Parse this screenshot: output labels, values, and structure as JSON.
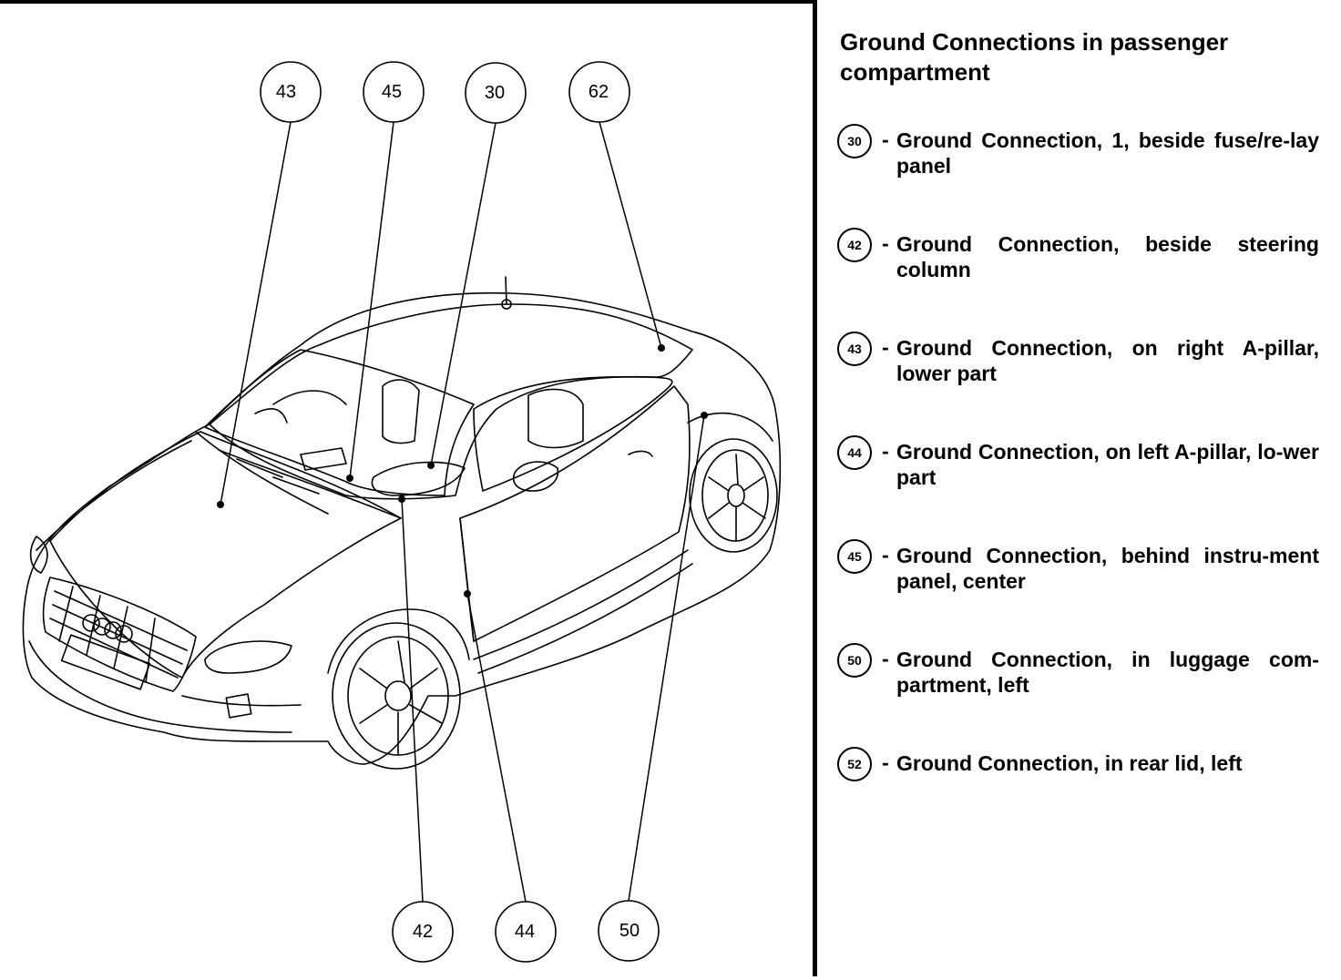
{
  "legend": {
    "title": "Ground Connections in passenger compartment",
    "items": [
      {
        "num": "30",
        "dash": "-",
        "text": "Ground Connection, 1, beside fuse/re-lay panel"
      },
      {
        "num": "42",
        "dash": "-",
        "text": "Ground Connection, beside steering column"
      },
      {
        "num": "43",
        "dash": "-",
        "text": "Ground Connection, on right A-pillar, lower part"
      },
      {
        "num": "44",
        "dash": "-",
        "text": "Ground Connection, on left A-pillar, lo-wer part"
      },
      {
        "num": "45",
        "dash": "-",
        "text": "Ground Connection, behind instru-ment panel, center"
      },
      {
        "num": "50",
        "dash": "-",
        "text": "Ground Connection, in luggage com-partment, left"
      },
      {
        "num": "52",
        "dash": "-",
        "text": "Ground Connection, in rear lid, left"
      }
    ]
  },
  "callouts": {
    "c43": "43",
    "c45": "45",
    "c30": "30",
    "c62": "62",
    "c42": "42",
    "c44": "44",
    "c50": "50"
  }
}
